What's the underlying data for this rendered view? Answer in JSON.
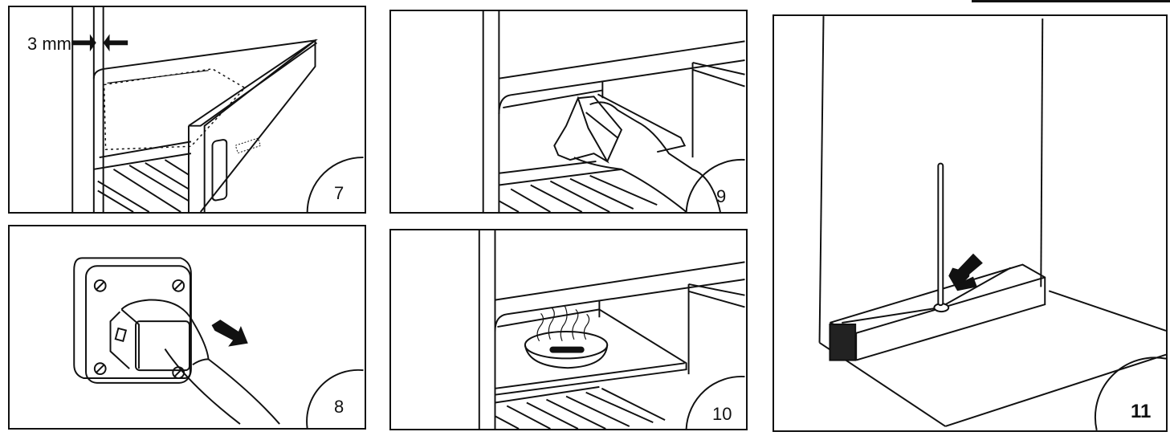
{
  "page": {
    "type": "appliance-manual-illustrations",
    "background": "#ffffff",
    "line_color": "#111111"
  },
  "figures": [
    {
      "number": "7",
      "label": "7",
      "caption_visible": "3 mm",
      "depicts": "drawer gap 3 mm between door and drawer front, ice tray with frost, grid shelf"
    },
    {
      "number": "8",
      "label": "8",
      "depicts": "unplugging power plug from wall socket, arrow indicating pull direction"
    },
    {
      "number": "9",
      "label": "9",
      "depicts": "hand wiping inside fridge shelf with sponge"
    },
    {
      "number": "10",
      "label": "10",
      "depicts": "dish with steaming contents placed on fridge shelf"
    },
    {
      "number": "11",
      "label": "11",
      "depicts": "drainage rod inserted into drain hole on channel, arrow pointing at hole"
    }
  ],
  "annotations": {
    "gap_dimension": "3 mm"
  }
}
